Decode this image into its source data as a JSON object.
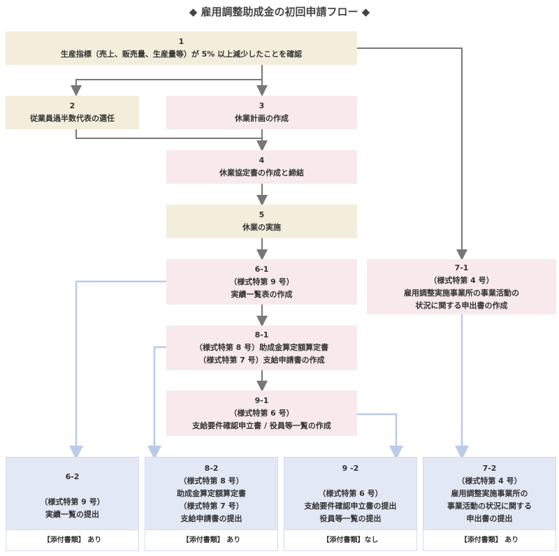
{
  "title": "◆ 雇用調整助成金の初回申請フロー ◆",
  "steps": {
    "s1": {
      "num": "1",
      "text": "生産指標（売上、販売量、生産量等）が 5% 以上減少したことを確認"
    },
    "s2": {
      "num": "2",
      "text": "従業員過半数代表の選任"
    },
    "s3": {
      "num": "3",
      "text": "休業計画の作成"
    },
    "s4": {
      "num": "4",
      "text": "休業協定書の作成と締結"
    },
    "s5": {
      "num": "5",
      "text": "休業の実施"
    },
    "s61": {
      "num": "6-1",
      "l1": "（様式特第 9 号）",
      "l2": "実績一覧表の作成"
    },
    "s71": {
      "num": "7-1",
      "l1": "（様式特第 4 号）",
      "l2": "雇用調整実施事業所の事業活動の",
      "l3": "状況に関する申出書の作成"
    },
    "s81": {
      "num": "8-1",
      "l1": "（様式特第 8 号）助成金算定額算定書",
      "l2": "（様式特第 7 号）支給申請書の作成"
    },
    "s91": {
      "num": "9-1",
      "l1": "（様式特第 6 号）",
      "l2": "支給要件確認申立書 / 役員等一覧の作成"
    },
    "s62": {
      "num": "6-2",
      "l1": "（様式特第 9 号）",
      "l2": "実績一覧の提出",
      "attach": "【添付書類】 あり"
    },
    "s82": {
      "num": "8-2",
      "l1": "（様式特第 8 号）",
      "l2": "助成金算定額算定書",
      "l3": "（様式特第 7 号）",
      "l4": "支給申請書の提出",
      "attach": "【添付書類】 あり"
    },
    "s92": {
      "num": "9 -2",
      "l1": "（様式特第 6 号）",
      "l2": "支給要件確認申立書の提出",
      "l3": "役員等一覧の提出",
      "attach": "【添付書類】なし"
    },
    "s72": {
      "num": "7-2",
      "l1": "（様式特第 4 号）",
      "l2": "雇用調整実施事業所の",
      "l3": "事業活動の状況に関する",
      "l4": "申出書の提出",
      "attach": "【添付書類】 あり"
    }
  },
  "colors": {
    "gray_arrow": "#777777",
    "blue_arrow": "#b9cbe8",
    "beige": "#f3eedc",
    "pink": "#f7e9ec",
    "blue": "#e3e8f5"
  }
}
